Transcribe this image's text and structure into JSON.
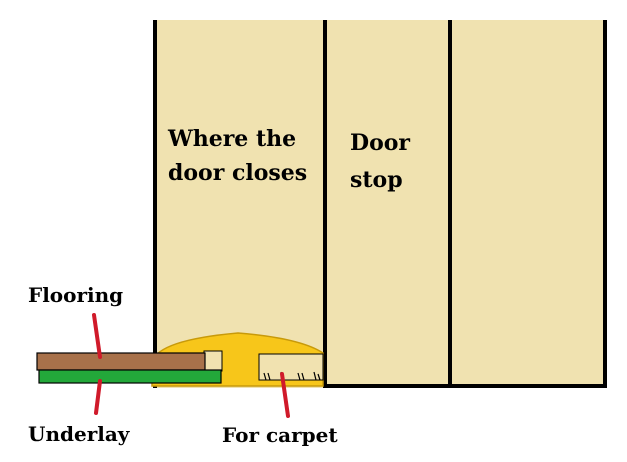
{
  "labels": {
    "door_closes_line1": "Where the",
    "door_closes_line2": "door closes",
    "door_stop_line1": "Door",
    "door_stop_line2": "stop",
    "flooring": "Flooring",
    "underlay": "Underlay",
    "for_carpet": "For carpet"
  },
  "colors": {
    "frame_fill": "#f0e2b0",
    "frame_outline": "#000000",
    "threshold_fill": "#f7c61a",
    "threshold_outline": "#c89a0a",
    "flooring": "#a8714a",
    "underlay": "#23a83a",
    "pointer": "#d01a2a",
    "carpet_fill": "#f1e2b0"
  }
}
